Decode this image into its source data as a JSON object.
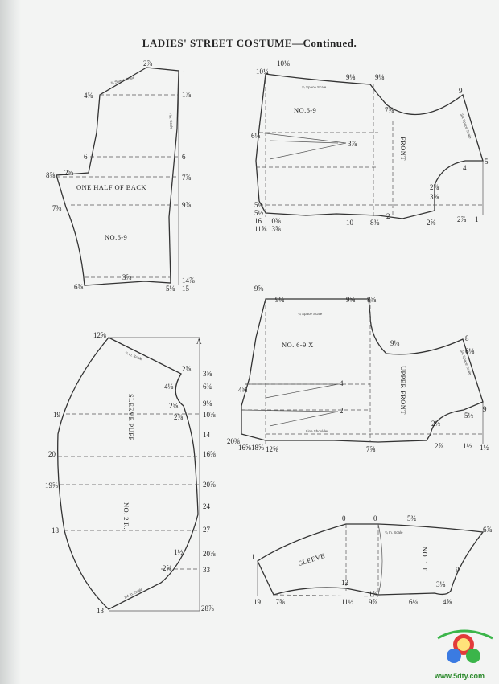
{
  "title": "LADIES' STREET COSTUME—Continued.",
  "back": {
    "name": "ONE HALF OF BACK",
    "number": "NO.6-9",
    "labels": [
      "2⅞",
      "1",
      "4⅝",
      "1⅞",
      "6",
      "6",
      "8⅝",
      "2⅝",
      "7⅜",
      "7⅞",
      "9⅞",
      "3⅝",
      "14⅞",
      "6⅝",
      "5⅛",
      "15"
    ],
    "notes": [
      "¾ Space Scale",
      "Ⅰ⁄ In. Scale"
    ]
  },
  "front": {
    "name": "FRONT",
    "number": "NO.6-9",
    "labels": [
      "10⅛",
      "10¼",
      "9⅛",
      "9⅛",
      "9",
      "7⅝",
      "5",
      "6⅛",
      "3⅞",
      "4",
      "2⅞",
      "3⅝",
      "10",
      "8⅜",
      "2",
      "2⅝",
      "2⅞",
      "1",
      "5¼",
      "5½",
      "10⅜",
      "13⅝",
      "16",
      "11⅝"
    ],
    "notes": [
      "¾ Space Scale",
      "3/4 Space Scale"
    ]
  },
  "upper_front": {
    "name": "UPPER FRONT",
    "number": "NO. 6-9 X",
    "labels": [
      "9⅝",
      "9⅝",
      "8⅝",
      "9¼",
      "9⅛",
      "8",
      "6⅛",
      "9",
      "4",
      "2",
      "4⅝",
      "5½",
      "2½",
      "1½",
      "20⅜",
      "16⅝",
      "18⅝",
      "12⅝",
      "7⅝",
      "2⅞",
      "1½"
    ],
    "notes": [
      "¾ Space Scale",
      "Line Shoulder",
      "3/4 Space Scale"
    ]
  },
  "sleeve_puff": {
    "name": "SLEEVE PUFF",
    "number": "NO. 2 R.",
    "labels": [
      "12⅝",
      "A",
      "2⅝",
      "3⅝",
      "4⅛",
      "6¾",
      "2⅝",
      "9⅛",
      "19",
      "10⅞",
      "2⅞",
      "14",
      "20",
      "16⅝",
      "19⅝",
      "20⅞",
      "24",
      "18",
      "27",
      "1½",
      "20⅞",
      "2⅝",
      "33",
      "13",
      "28⅞"
    ],
    "notes": [
      "¾ In. Scale",
      "1/4 In. Scale"
    ]
  },
  "sleeve": {
    "name": "SLEEVE",
    "number": "NO. 1 T",
    "labels": [
      "0",
      "0",
      "5¾",
      "6⅞",
      "1",
      "9",
      "19",
      "17⅝",
      "12",
      "11½",
      "9⅞",
      "6¼",
      "3⅛",
      "4⅝",
      "1⅝"
    ],
    "notes": [
      "¾ In. Scale"
    ]
  },
  "watermark": "www.5dty.com"
}
